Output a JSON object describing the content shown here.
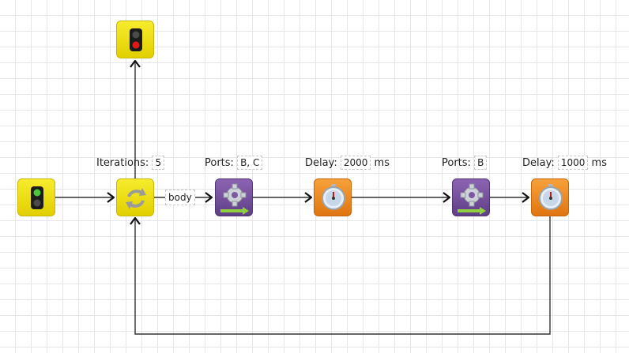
{
  "loop": {
    "iterations_label": "Iterations:",
    "iterations_value": "5",
    "body_label": "body"
  },
  "motor1": {
    "ports_label": "Ports:",
    "ports_value": "B, C"
  },
  "delay1": {
    "label": "Delay:",
    "value": "2000",
    "unit": "ms"
  },
  "motor2": {
    "ports_label": "Ports:",
    "ports_value": "B"
  },
  "delay2": {
    "label": "Delay:",
    "value": "1000",
    "unit": "ms"
  },
  "blocks": {
    "start": {
      "icon": "green-traffic-light-icon",
      "color": "#e8d800"
    },
    "stop": {
      "icon": "red-traffic-light-icon",
      "color": "#e8d800"
    },
    "loop": {
      "icon": "repeat-arrows-icon",
      "color": "#e8d800"
    },
    "motor": {
      "icon": "gear-icon",
      "color": "#6f4a9a"
    },
    "delay": {
      "icon": "stopwatch-icon",
      "color": "#ee8a1e"
    }
  }
}
